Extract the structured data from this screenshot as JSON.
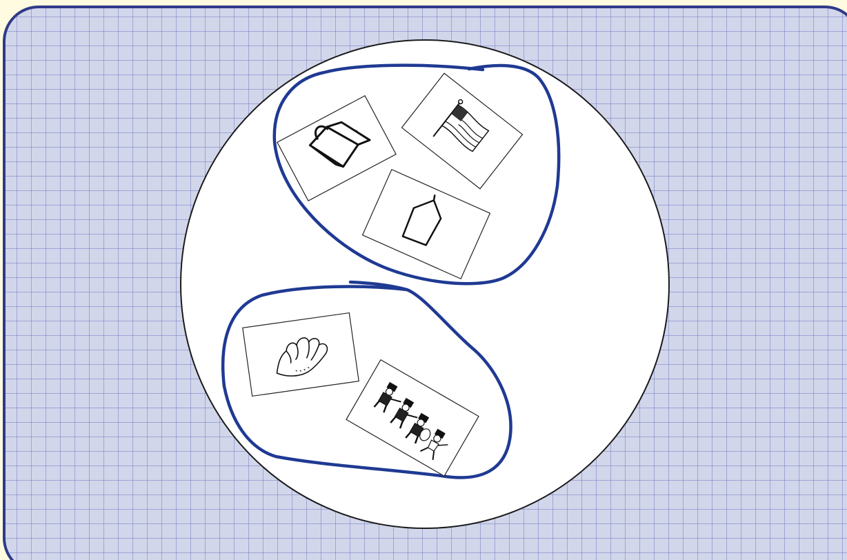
{
  "scene": {
    "colors": {
      "page_background": "#fffbe1",
      "board_fill": "#d1d6ea",
      "grid_line": "#6d73c2",
      "board_border": "#2f3a8a",
      "plate_fill": "#ffffff",
      "plate_outline": "#1a1a1a",
      "loop_stroke": "#1f3a93",
      "card_fill": "#ffffff",
      "card_outline": "#222222",
      "drawing_ink": "#111111"
    },
    "groups": [
      {
        "name": "upper-group",
        "cards": [
          "shopping-bag",
          "american-flag",
          "house"
        ]
      },
      {
        "name": "lower-group",
        "cards": [
          "hand",
          "marching-band"
        ]
      }
    ]
  }
}
